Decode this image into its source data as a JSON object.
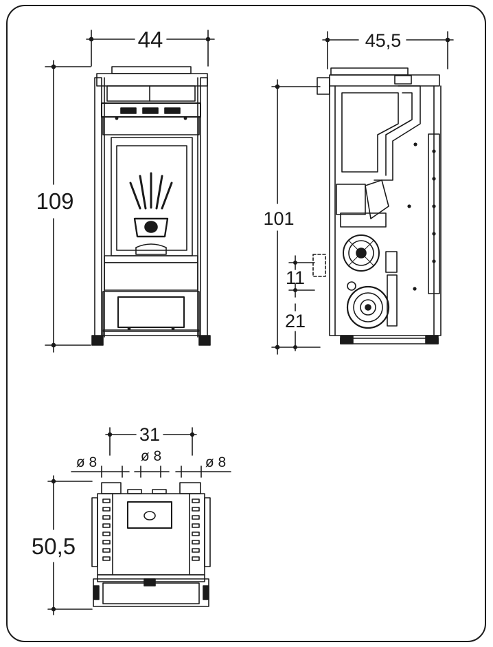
{
  "front_view": {
    "width_label": "44",
    "height_label": "109"
  },
  "side_view": {
    "depth_label": "45,5",
    "height_label": "101",
    "pipe_diameter_label": "11",
    "pipe_height_label": "21"
  },
  "top_view": {
    "spacing_label": "31",
    "depth_label": "50,5",
    "outlet_left_label": "ø 8",
    "outlet_center_label": "ø 8",
    "outlet_right_label": "ø 8"
  }
}
